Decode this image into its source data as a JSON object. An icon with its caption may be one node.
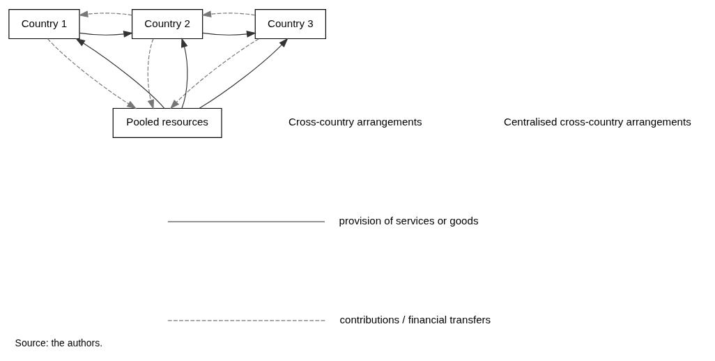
{
  "diagram": {
    "caption": "Source: the authors.",
    "nodes": [
      {
        "text": [
          "Country 1"
        ]
      },
      {
        "text": [
          "Country 2"
        ]
      },
      {
        "text": [
          "Country 3"
        ]
      },
      {
        "text": [
          "Pooled resources"
        ]
      }
    ],
    "edges": [
      {
        "from": 0,
        "to": 1,
        "arrow": "to"
      },
      {
        "from": 1,
        "to": 0,
        "arrow": "to",
        "style": "dashed"
      },
      {
        "from": 1,
        "to": 2,
        "arrow": "to"
      },
      {
        "from": 2,
        "to": 1,
        "arrow": "to",
        "style": "dashed"
      },
      {
        "from": 1,
        "to": 3,
        "arrow": "to",
        "style": "dashed"
      },
      {
        "from": 3,
        "to": 1,
        "arrow": "to"
      },
      {
        "from": 0,
        "to": 3,
        "arrow": "to",
        "style": "dashed"
      },
      {
        "from": 3,
        "to": 0,
        "arrow": "to"
      },
      {
        "from": 2,
        "to": 3,
        "arrow": "to",
        "style": "dashed"
      },
      {
        "from": 3,
        "to": 2,
        "arrow": "to"
      }
    ],
    "labels": [
      "Cross-country arrangements",
      "Centralised cross-country arrangements"
    ],
    "legend": [
      {
        "text": "provision of services or goods"
      },
      {
        "text": "contributions / financial transfers"
      }
    ]
  }
}
